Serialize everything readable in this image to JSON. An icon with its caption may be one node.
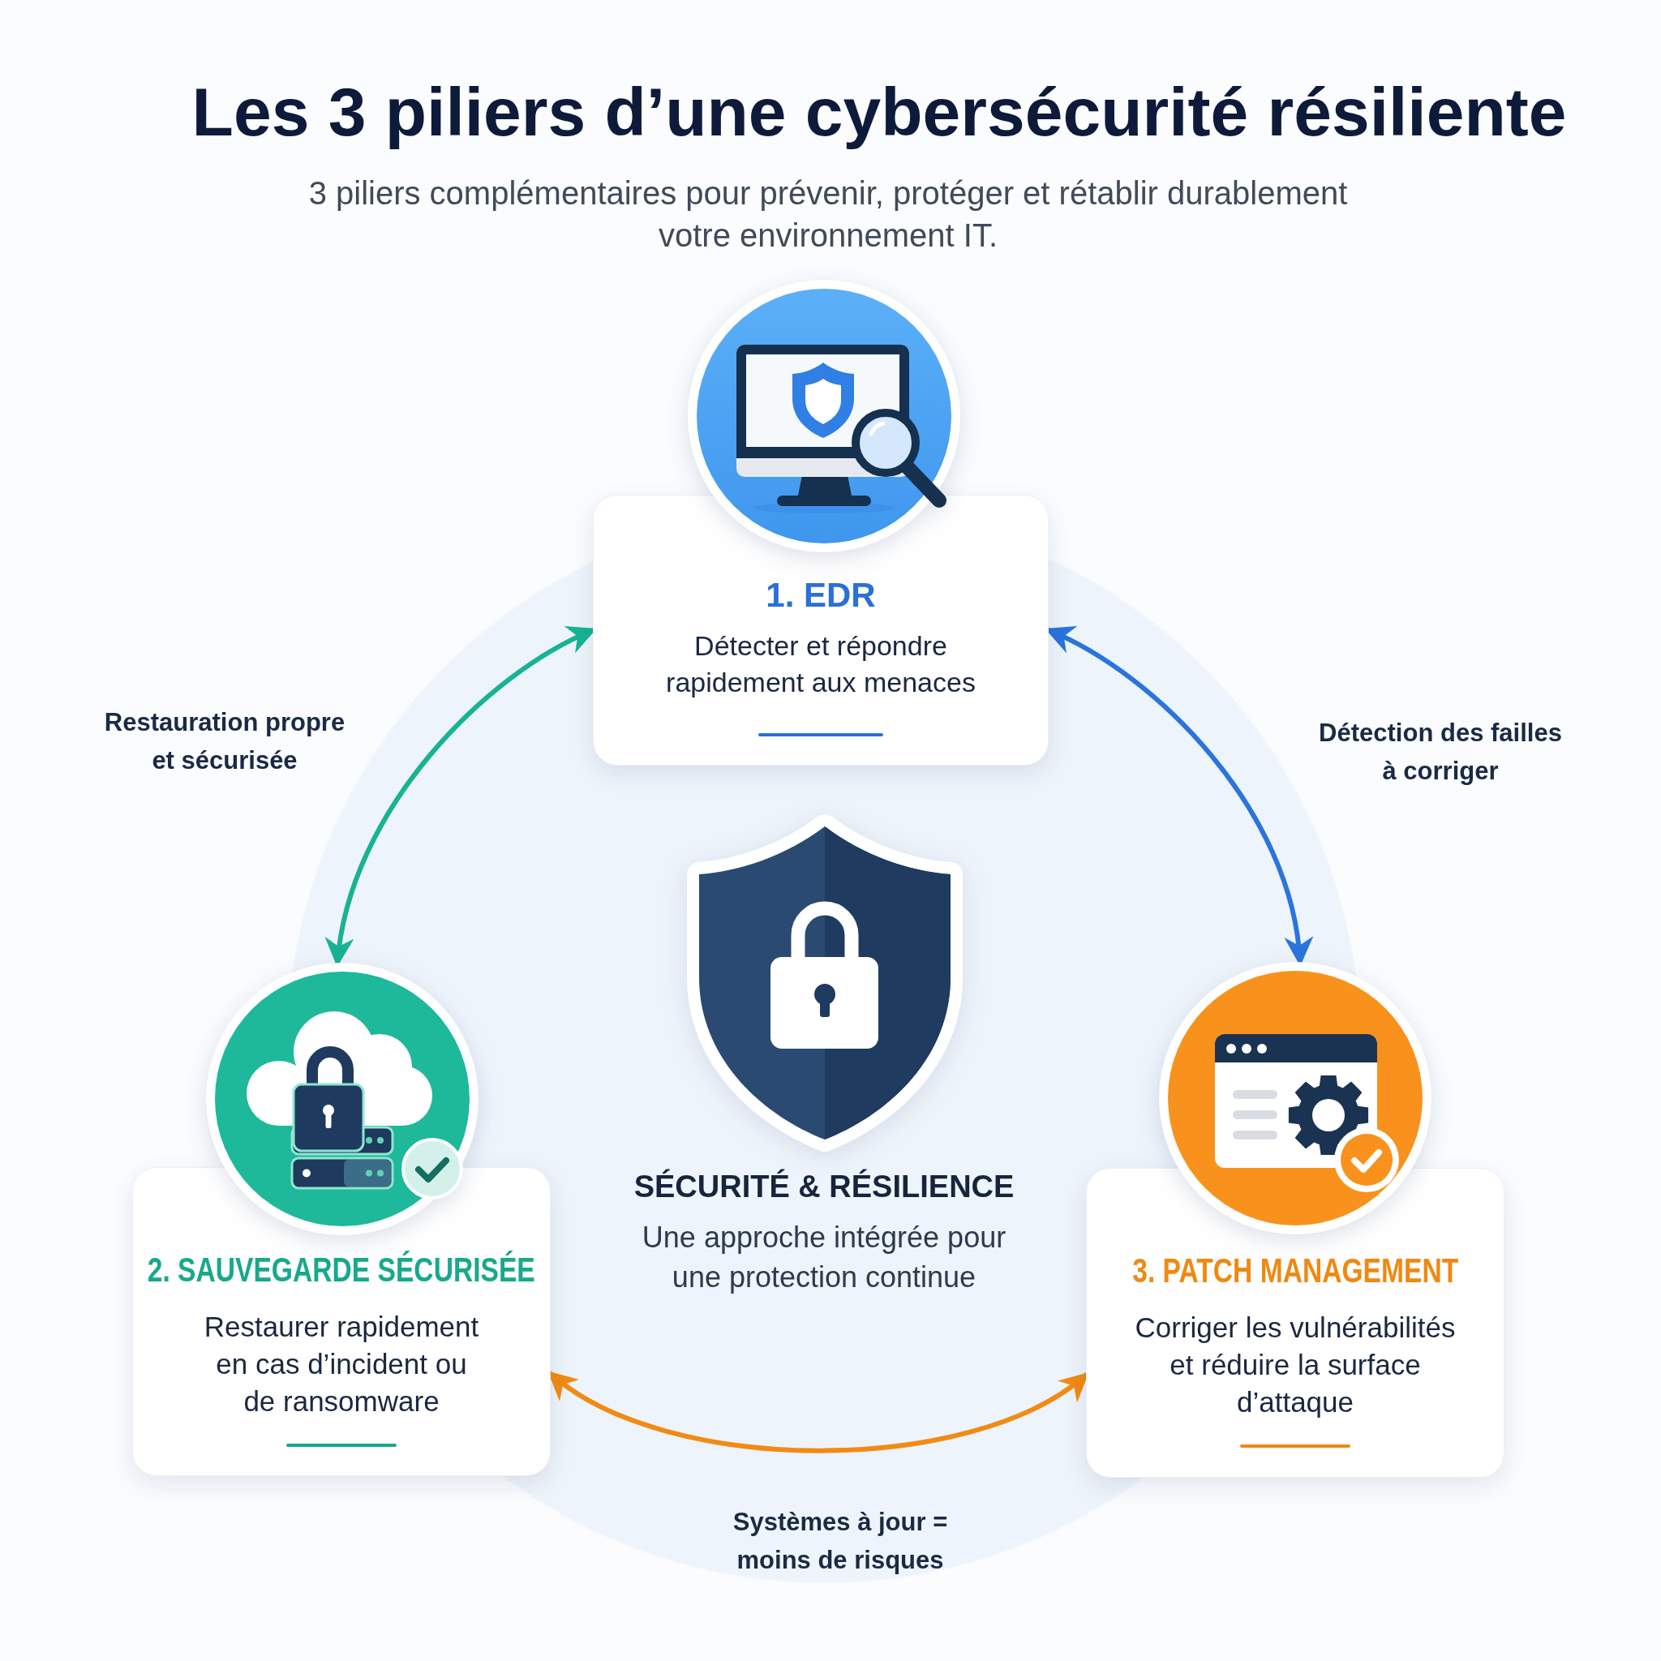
{
  "diagram": {
    "title": "Les 3 piliers d’une cybersécurité résiliente",
    "nodes": [
      {
        "text": [],
        "shape": "picture"
      },
      {
        "text": [
          "1. EDR",
          "Détecter et répondre rapidement aux menaces"
        ]
      },
      {
        "text": [],
        "shape": "picture"
      },
      {
        "text": [
          "2. SAUVEGARDE SÉCURISÉE",
          "Restaurer rapidement en cas d’incident ou de ransomware"
        ]
      },
      {
        "text": [],
        "shape": "picture"
      },
      {
        "text": [
          "3. PATCH MANAGEMENT",
          "Corriger les vulnérabilités et réduire la surface d’attaque"
        ]
      }
    ],
    "edges": [
      {
        "from": 1,
        "to": 2,
        "arrow": "both",
        "label": "Restauration propre et sécurisée",
        "color": "#17b394"
      },
      {
        "from": 1,
        "to": 4,
        "arrow": "both",
        "label": "Détection des failles à corriger",
        "color": "#2a74dd"
      },
      {
        "from": 3,
        "to": 5,
        "arrow": "both",
        "label": "Systèmes à jour = moins de risques",
        "color": "#f28a13"
      }
    ],
    "labels": [
      "3 piliers complémentaires pour prévenir, protéger et rétablir durablement votre environnement IT.",
      "SÉCURITÉ & RÉSILIENCE",
      "Une approche intégrée pour une protection continue"
    ]
  }
}
